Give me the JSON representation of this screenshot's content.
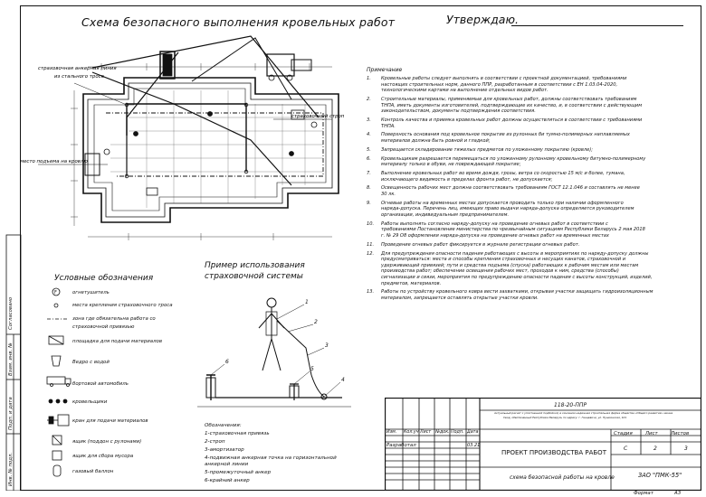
{
  "title": "Схема безопасного выполнения кровельных работ",
  "approve": "Утверждаю.",
  "notes_heading": "Примечание",
  "notes": [
    {
      "num": "1.",
      "lines": [
        "Кровельные работы следует выполнять в соответствии с проектной документацией, требованиями",
        "настоящих строительных норм, данного ППР, разработанным в соответствии с ЕН 1.03.04-2020,",
        "технологическими картами на выполнение отдельных видов работ."
      ]
    },
    {
      "num": "2.",
      "lines": [
        "Строительные материалы, применяемые для кровельных работ, должны соответствовать требованиям",
        "ТНПА, иметь документы изготовителей, подтверждающие их качество, и, в соответствии с действующим",
        "законодательством, документы подтверждения соответствия."
      ]
    },
    {
      "num": "3.",
      "lines": [
        "Контроль качества и приемка кровельных работ должны осуществляться в соответствии с требованиями",
        "ТНПА."
      ]
    },
    {
      "num": "4.",
      "lines": [
        "Поверхность основания под кровельное покрытие из рулонных би тумно-полимерных наплавляемых",
        "материалов должна быть ровной и гладкой;"
      ]
    },
    {
      "num": "5.",
      "lines": [
        "Запрещается складирование тяжелых предметов по уложенному покрытию (кровле);"
      ]
    },
    {
      "num": "6.",
      "lines": [
        "Кровельщикам разрешается перемещаться по уложенному рулонному кровельному битумно-полимерному",
        "материалу только в обуви, не повреждающей покрытие;"
      ]
    },
    {
      "num": "7.",
      "lines": [
        "Выполнение кровельных работ во время дождя, грозы, ветра со скоростью 15 м/с и более, тумана,",
        "исключающего видимость в пределах фронта работ, не допускается;"
      ]
    },
    {
      "num": "8.",
      "lines": [
        "Освещенность рабочих мест должна соответствовать требованиям ГОСТ 12.1.046 и составлять не менее",
        "30 лк."
      ]
    },
    {
      "num": "9.",
      "lines": [
        "Огневые работы на временных местах допускается проводить только при наличии оформленного",
        "наряда-допуска. Перечень лиц, имеющих право выдачи наряда-допуска определяется руководителем",
        "организации, индивидуальным предпринимателем."
      ]
    },
    {
      "num": "10.",
      "lines": [
        "Работы выполнять согласно наряду-допуску на проведение огневых работ в соответствии с",
        "требованиями Постановление министерства по чрезвычайным ситуациям Республики Беларусь 2 мая 2018",
        "г. № 29 О8 оформлении наряда-допуска на проведение огневых работ на временных местах"
      ]
    },
    {
      "num": "11.",
      "lines": [
        "Проведение огневых работ фиксируется в журнале регистрации огневых работ."
      ]
    },
    {
      "num": "12.",
      "lines": [
        "Для предупреждения опасности падения работающих с высоты в мероприятиях по наряду-допуску должны",
        "предусматриваться: места и способы крепления страховочных и несущих канатов, страховочной и",
        "удерживающей привязей; пути и средства подъема (спуска) работающих к рабочим местам или местам",
        "производства работ; обеспечение освещения рабочих мест, проходов к ним, средства (способы)",
        "сигнализации и связи, мероприятия по предупреждению опасности падения с высоты конструкций, изделий,",
        "предметов, материалов."
      ]
    },
    {
      "num": "13.",
      "lines": [
        "Работы по устройству кровельного ковра вести захватками, открывая участки защищать гидроизоляционным",
        "материалом, запрещается оставлять открытые участки кровли."
      ]
    }
  ],
  "plan_labels": {
    "anchor_line": "страховочная анкерная линия",
    "anchor_line_2": "из стального троса",
    "strap": "страховочный строп",
    "lift_place": "место подъема на кровлю"
  },
  "legend": {
    "title": "Условные обозначения",
    "items": [
      {
        "label": "огнетушитель",
        "icon": "fire-extinguisher-icon"
      },
      {
        "label": "места крепления страховочного троса",
        "icon": "anchor-point-icon"
      },
      {
        "label": "зона где обязательна работа со",
        "icon": "dashed-line-icon"
      },
      {
        "label": "страховочной привязью",
        "icon": ""
      },
      {
        "label": "площадка для подачи материалов",
        "icon": "platform-icon"
      },
      {
        "label": "Ведро с водой",
        "icon": "bucket-icon"
      },
      {
        "label": "бортовой автомобиль",
        "icon": "truck-icon"
      },
      {
        "label": "кровельщики",
        "icon": "roofers-icon"
      },
      {
        "label": "кран для подачи материалов",
        "icon": "crane-icon"
      },
      {
        "label": "ящик (поддон с рулонами)",
        "icon": "pallet-icon"
      },
      {
        "label": "ящик для сбора мусора",
        "icon": "trash-box-icon"
      },
      {
        "label": "газовый баллон",
        "icon": "gas-cylinder-icon"
      }
    ]
  },
  "example": {
    "title_1": "Пример использования",
    "title_2": "страховочной системы",
    "list_head": "Обозначения:",
    "items": [
      "1-страховочная привязь",
      "2-строп",
      "3-амортизатор",
      "4-подвижная анкерная точка на горизонтальной",
      "анкерной линии",
      "5-промежуточный анкер",
      "6-крайний анкер"
    ],
    "callouts": [
      "1",
      "2",
      "3",
      "4",
      "5",
      "6"
    ]
  },
  "side_stamp": [
    "Согласовано",
    "Взам. инв. №",
    "Подп. и дата",
    "Инв. № подл."
  ],
  "stamp": {
    "code": "118-20-ППР",
    "fine_print_1": "Актуальный расчет с уплотненной подбойкой, в основном надежная строительная фирма общества «Общего развития» заказа",
    "fine_print_2": "Свод, обеспеченный Республика Беларусь по адресу: г. Ганцевичи, ул. Пушкинская, 101",
    "headers": [
      "Изм.",
      "Кол.уч",
      "Лист",
      "№док.",
      "Подп.",
      "Дата"
    ],
    "developer_label": "Разработал",
    "developer_date": "03.21",
    "project": "ПРОЕКТ ПРОИЗВОДСТВА РАБОТ",
    "sheet_title": "схема безопасной работы на кровле",
    "stage_head": "Стадия",
    "sheet_head": "Лист",
    "sheets_head": "Листов",
    "stage": "С",
    "sheet": "2",
    "sheets": "3",
    "company": "ЗАО \"ПМК-55\"",
    "format_label": "Формат",
    "format": "А3"
  }
}
